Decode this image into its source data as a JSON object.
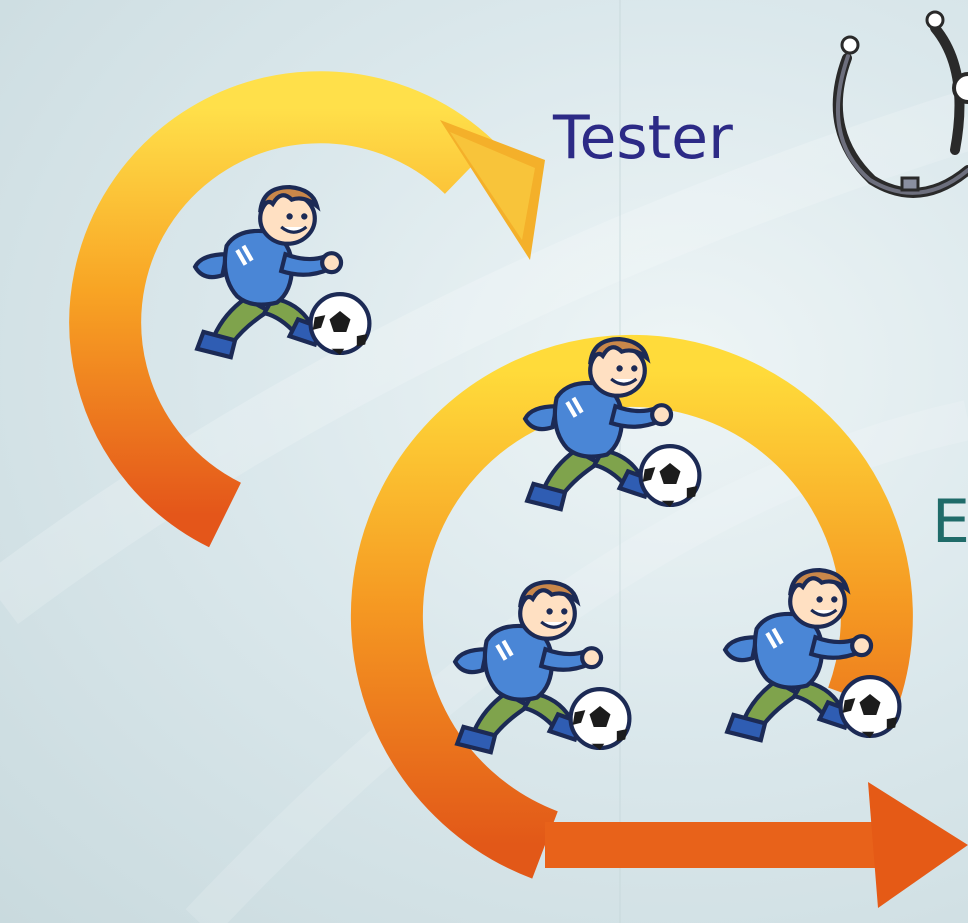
{
  "labels": {
    "tester": "Tester",
    "partial_right": "E"
  },
  "icons": {
    "arrows": "circular-arrow-icon",
    "stethoscope": "stethoscope-icon",
    "players": "soccer-player-icon"
  },
  "colors": {
    "background": "#dbe8ec",
    "arrow_light": "#ffd22e",
    "arrow_dark": "#e8621a",
    "tester_text": "#2c2a86",
    "partial_text": "#1f6b69",
    "shirt": "#4a86d6",
    "pants": "#7fa34c"
  },
  "player_count": 4
}
